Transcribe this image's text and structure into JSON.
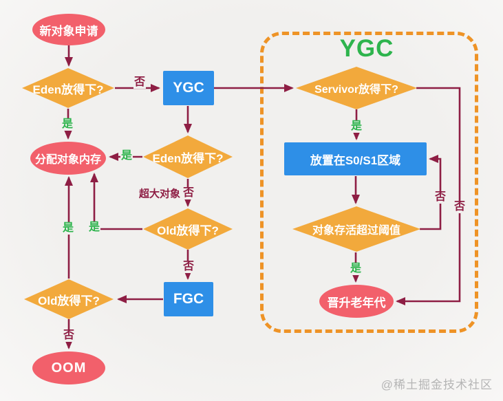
{
  "group": {
    "title": "YGC"
  },
  "nodes": {
    "start": {
      "label": "新对象申请"
    },
    "eden1": {
      "label": "Eden放得下?"
    },
    "ygc_box": {
      "label": "YGC"
    },
    "alloc": {
      "label": "分配对象内存"
    },
    "eden2": {
      "label": "Eden放得下?"
    },
    "old1": {
      "label": "Old放得下?"
    },
    "fgc_box": {
      "label": "FGC"
    },
    "old2": {
      "label": "Old放得下?"
    },
    "oom": {
      "label": "OOM"
    },
    "survivor": {
      "label": "Servivor放得下?"
    },
    "s0s1_box": {
      "label": "放置在S0/S1区域"
    },
    "threshold": {
      "label": "对象存活超过阈值"
    },
    "promote": {
      "label": "晋升老年代"
    }
  },
  "edge_labels": {
    "yes": "是",
    "no": "否",
    "huge_object": "超大对象"
  },
  "watermark": "@稀土掘金技术社区",
  "colors": {
    "terminal_node": "#f2606b",
    "decision_node": "#f2a93c",
    "process_node": "#2e8fe7",
    "connector": "#8e1e44",
    "yes_label": "#2eb44d",
    "no_label": "#8e1e44",
    "group_border": "#ee9326",
    "group_title": "#2eb44d",
    "background": "#f1f0ee",
    "watermark": "#b5b5b5"
  }
}
